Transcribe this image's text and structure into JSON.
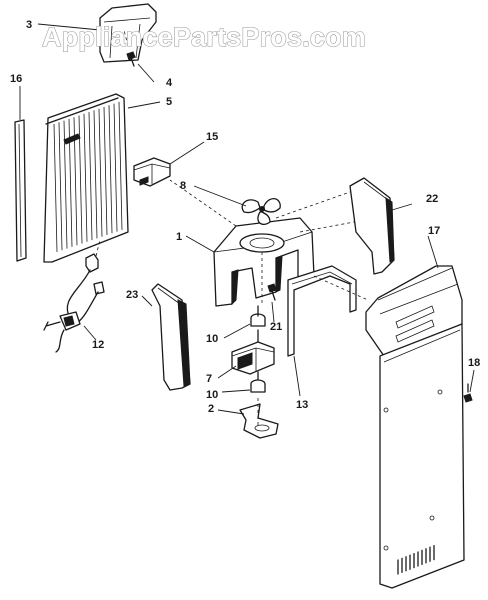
{
  "watermark": "AppliancePartsPros.com",
  "callouts": {
    "p1": "1",
    "p2": "2",
    "p3": "3",
    "p4": "4",
    "p5": "5",
    "p7": "7",
    "p8": "8",
    "p10a": "10",
    "p10b": "10",
    "p12": "12",
    "p13": "13",
    "p15": "15",
    "p16": "16",
    "p17": "17",
    "p18": "18",
    "p21": "21",
    "p22": "22",
    "p23": "23"
  }
}
